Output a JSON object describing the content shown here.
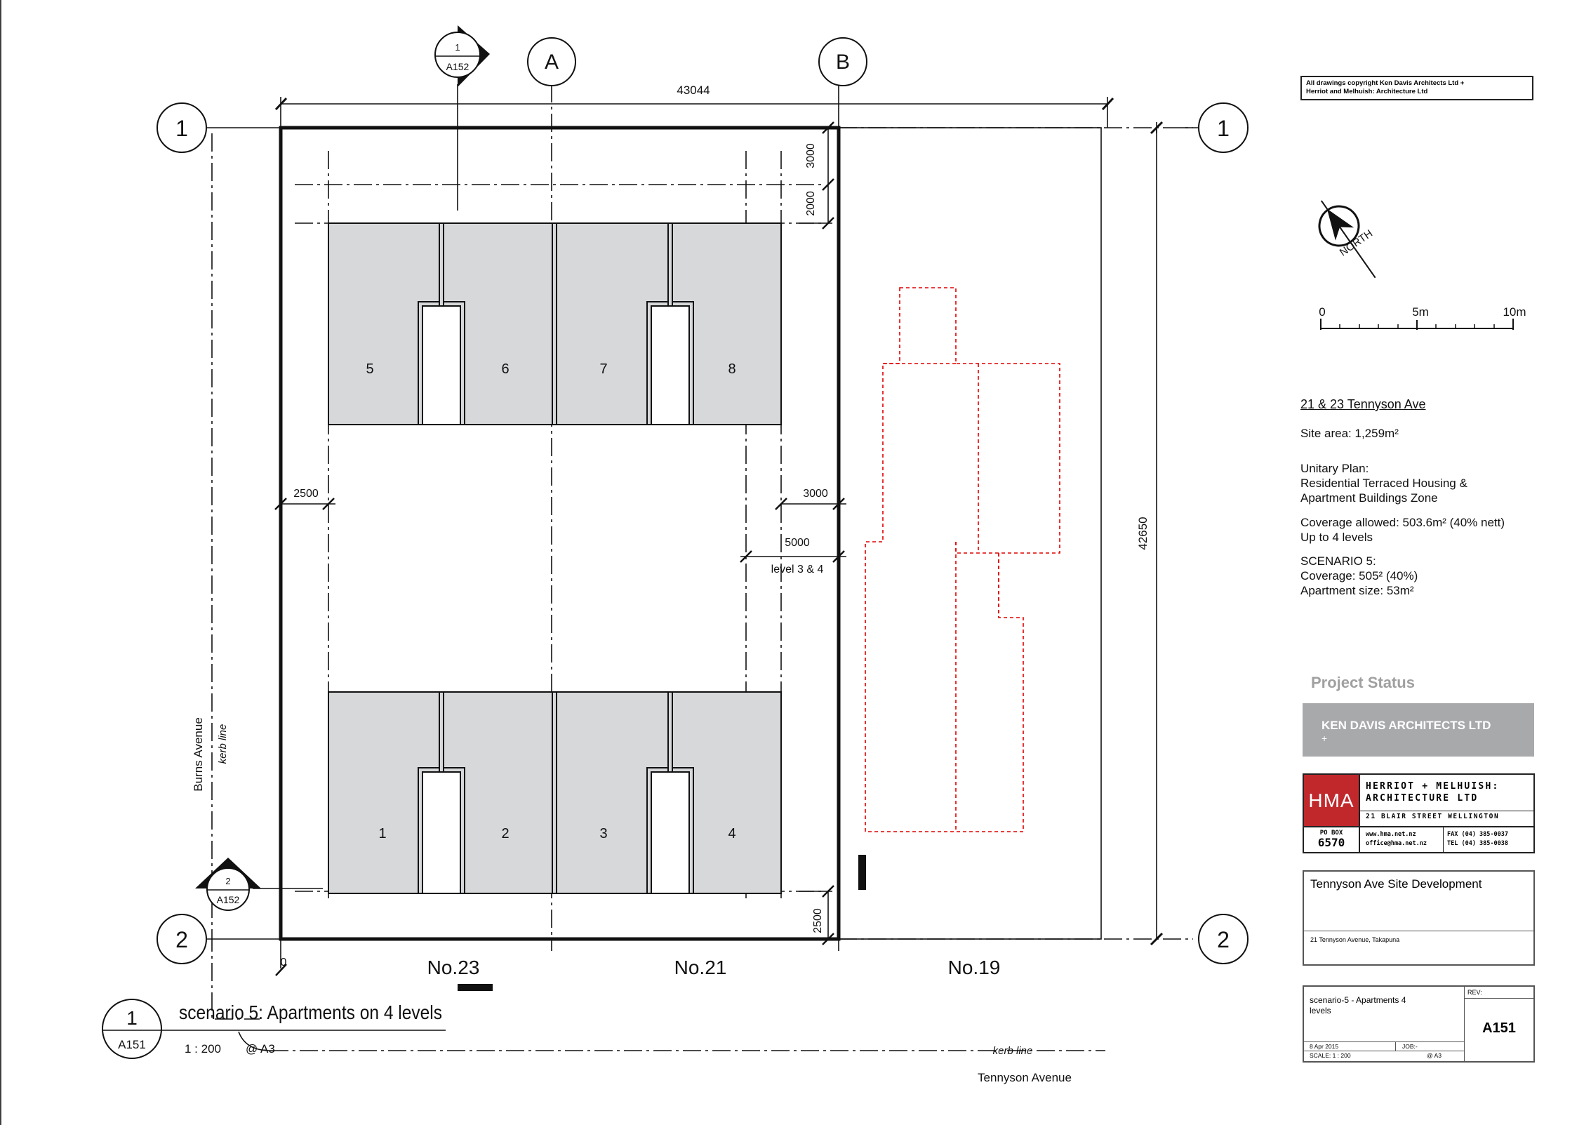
{
  "copyright": {
    "line1": "All drawings copyright Ken Davis Architects Ltd +",
    "line2": "Herriot and Melhuish: Architecture Ltd"
  },
  "compass": {
    "label": "NORTH"
  },
  "scale_bar": {
    "t0": "0",
    "t5": "5m",
    "t10": "10m"
  },
  "project_info": {
    "address": "21 & 23 Tennyson Ave",
    "site_area": "Site area: 1,259m²",
    "plan_1": "Unitary Plan:",
    "plan_2": "Residential Terraced Housing &",
    "plan_3": "Apartment Buildings Zone",
    "coverage_allowed": "Coverage allowed: 503.6m² (40% nett)",
    "levels": "Up to 4 levels",
    "scenario": "SCENARIO 5:",
    "coverage": "Coverage:  505²  (40%)",
    "apt_size": "Apartment size:  53m²"
  },
  "status": {
    "title": "Project Status",
    "firm": "KEN DAVIS ARCHITECTS LTD",
    "plus": "+"
  },
  "hma": {
    "logo": "HMA",
    "name_1": "HERRIOT + MELHUISH:",
    "name_2": "ARCHITECTURE   LTD",
    "address": "21 BLAIR STREET WELLINGTON",
    "po_1": "PO BOX",
    "po_2": "6570",
    "web": "www.hma.net.nz",
    "email": "office@hma.net.nz",
    "fax": "FAX (04) 385-0037",
    "tel": "TEL (04) 385-0038"
  },
  "project": {
    "title": "Tennyson Ave Site Development",
    "address": "21 Tennyson Avenue, Takapuna"
  },
  "sheet": {
    "desc_1": "scenario-5 - Apartments 4",
    "desc_2": "levels",
    "rev_label": "REV:",
    "number": "A151",
    "date": "8 Apr 2015",
    "job": "JOB:-",
    "scale": "SCALE:    1 : 200",
    "paper": "@ A3"
  },
  "drawing": {
    "grid_a": "A",
    "grid_b": "B",
    "grid_1": "1",
    "grid_2": "2",
    "dim_width": "43044",
    "dim_depth": "42650",
    "dim_3000_top": "3000",
    "dim_2000": "2000",
    "dim_2500_left": "2500",
    "dim_3000_right": "3000",
    "dim_5000": "5000",
    "level_note": "level 3 & 4",
    "dim_2500_bottom": "2500",
    "origin": "0",
    "section1_num": "1",
    "section1_ref": "A152",
    "section2_num": "2",
    "section2_ref": "A152",
    "units": [
      "1",
      "2",
      "3",
      "4",
      "5",
      "6",
      "7",
      "8"
    ],
    "lot_23": "No.23",
    "lot_21": "No.21",
    "lot_19": "No.19",
    "burns_avenue": "Burns Avenue",
    "kerb_line": "kerb line",
    "kerb_line_2": "kerb line",
    "tennyson_avenue": "Tennyson Avenue",
    "title_num": "1",
    "title_ref": "A151",
    "title_text": "scenario 5: Apartments on 4 levels",
    "title_scale": "1 : 200",
    "title_paper": "@ A3"
  }
}
